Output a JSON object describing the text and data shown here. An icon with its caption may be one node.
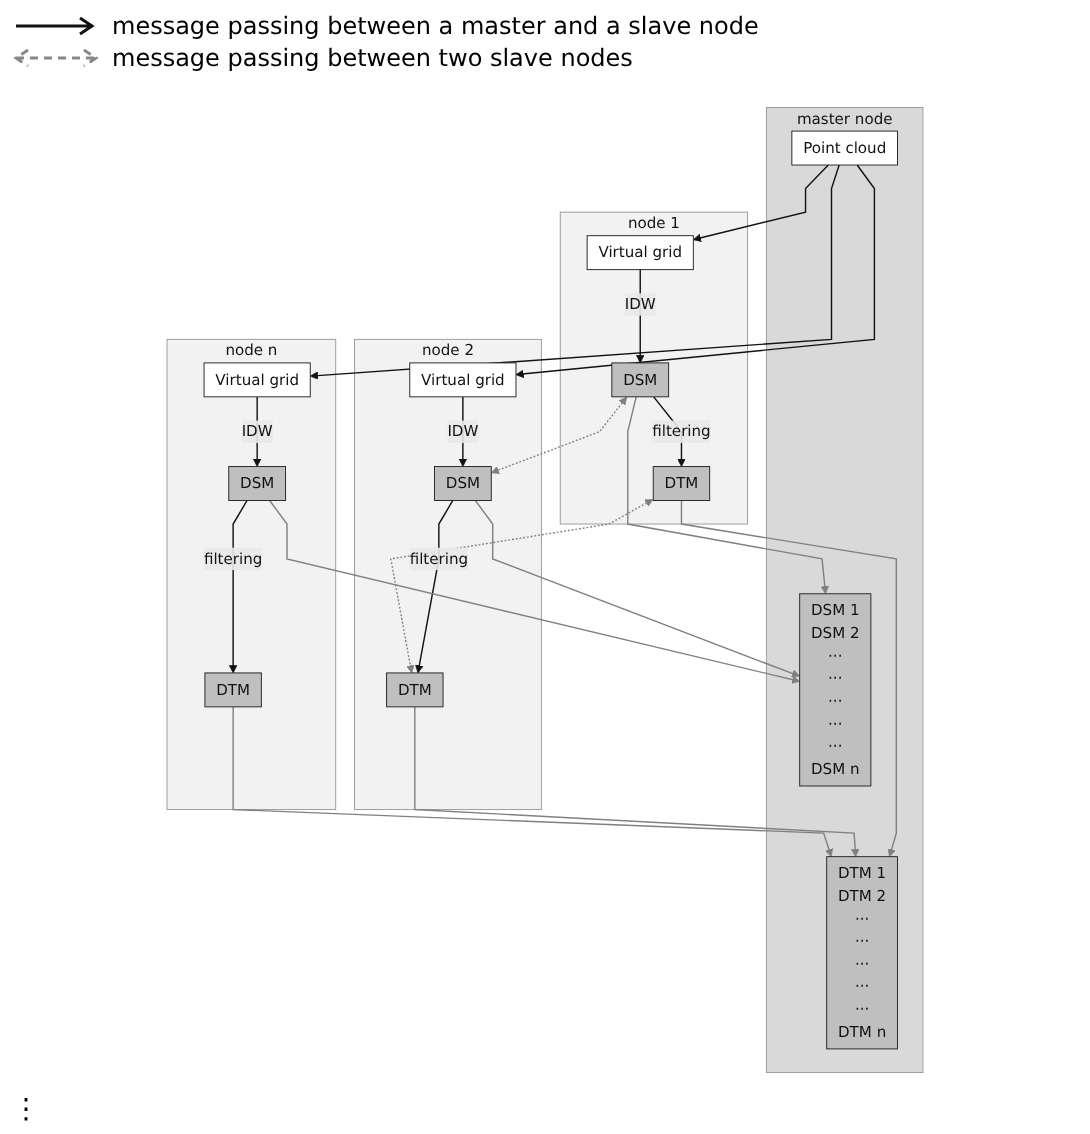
{
  "diagram": {
    "nodes": [
      {
        "text": [
          "master node"
        ]
      },
      {
        "text": [
          "Point cloud"
        ],
        "in": 0
      },
      {
        "text": [
          "DSM 1",
          "DSM 2",
          "···",
          "···",
          "···",
          "···",
          "···",
          "DSM n"
        ],
        "in": 0
      },
      {
        "text": [
          "DTM 1",
          "DTM 2",
          "···",
          "···",
          "···",
          "···",
          "···",
          "DTM n"
        ],
        "in": 0
      },
      {
        "text": [
          "node 1"
        ]
      },
      {
        "text": [
          "Virtual grid"
        ],
        "in": 4
      },
      {
        "text": [
          "DSM"
        ],
        "in": 4
      },
      {
        "text": [
          "DTM"
        ],
        "in": 4
      },
      {
        "text": [
          "node 2"
        ]
      },
      {
        "text": [
          "Virtual grid"
        ],
        "in": 8
      },
      {
        "text": [
          "DSM"
        ],
        "in": 8
      },
      {
        "text": [
          "DTM"
        ],
        "in": 8
      },
      {
        "text": [
          "node n"
        ]
      },
      {
        "text": [
          "Virtual grid"
        ],
        "in": 12
      },
      {
        "text": [
          "DSM"
        ],
        "in": 12
      },
      {
        "text": [
          "DTM"
        ],
        "in": 12
      }
    ],
    "edges": [
      {
        "from": 1,
        "to": 5,
        "arrow": "to"
      },
      {
        "from": 1,
        "to": 9,
        "arrow": "to"
      },
      {
        "from": 1,
        "to": 13,
        "arrow": "to"
      },
      {
        "from": 5,
        "to": 6,
        "arrow": "to",
        "label": "IDW"
      },
      {
        "from": 6,
        "to": 7,
        "arrow": "to",
        "label": "filtering"
      },
      {
        "from": 9,
        "to": 10,
        "arrow": "to",
        "label": "IDW"
      },
      {
        "from": 10,
        "to": 11,
        "arrow": "to",
        "label": "filtering"
      },
      {
        "from": 13,
        "to": 14,
        "arrow": "to",
        "label": "IDW"
      },
      {
        "from": 14,
        "to": 15,
        "arrow": "to",
        "label": "filtering"
      },
      {
        "from": 6,
        "to": 2,
        "arrow": "to",
        "color": "#808080"
      },
      {
        "from": 10,
        "to": 2,
        "arrow": "to",
        "color": "#808080"
      },
      {
        "from": 14,
        "to": 2,
        "arrow": "to",
        "color": "#808080"
      },
      {
        "from": 7,
        "to": 3,
        "arrow": "to",
        "color": "#808080"
      },
      {
        "from": 11,
        "to": 3,
        "arrow": "to",
        "color": "#808080"
      },
      {
        "from": 15,
        "to": 3,
        "arrow": "to",
        "color": "#808080"
      },
      {
        "from": 6,
        "to": 10,
        "arrow": "both",
        "style": "dashed",
        "color": "#808080"
      },
      {
        "from": 7,
        "to": 11,
        "arrow": "both",
        "style": "dashed",
        "color": "#808080"
      }
    ],
    "labels": [
      "⋮"
    ],
    "legend": [
      {
        "text": "message passing between a master and a slave node"
      },
      {
        "text": "message passing between two slave nodes"
      }
    ]
  }
}
